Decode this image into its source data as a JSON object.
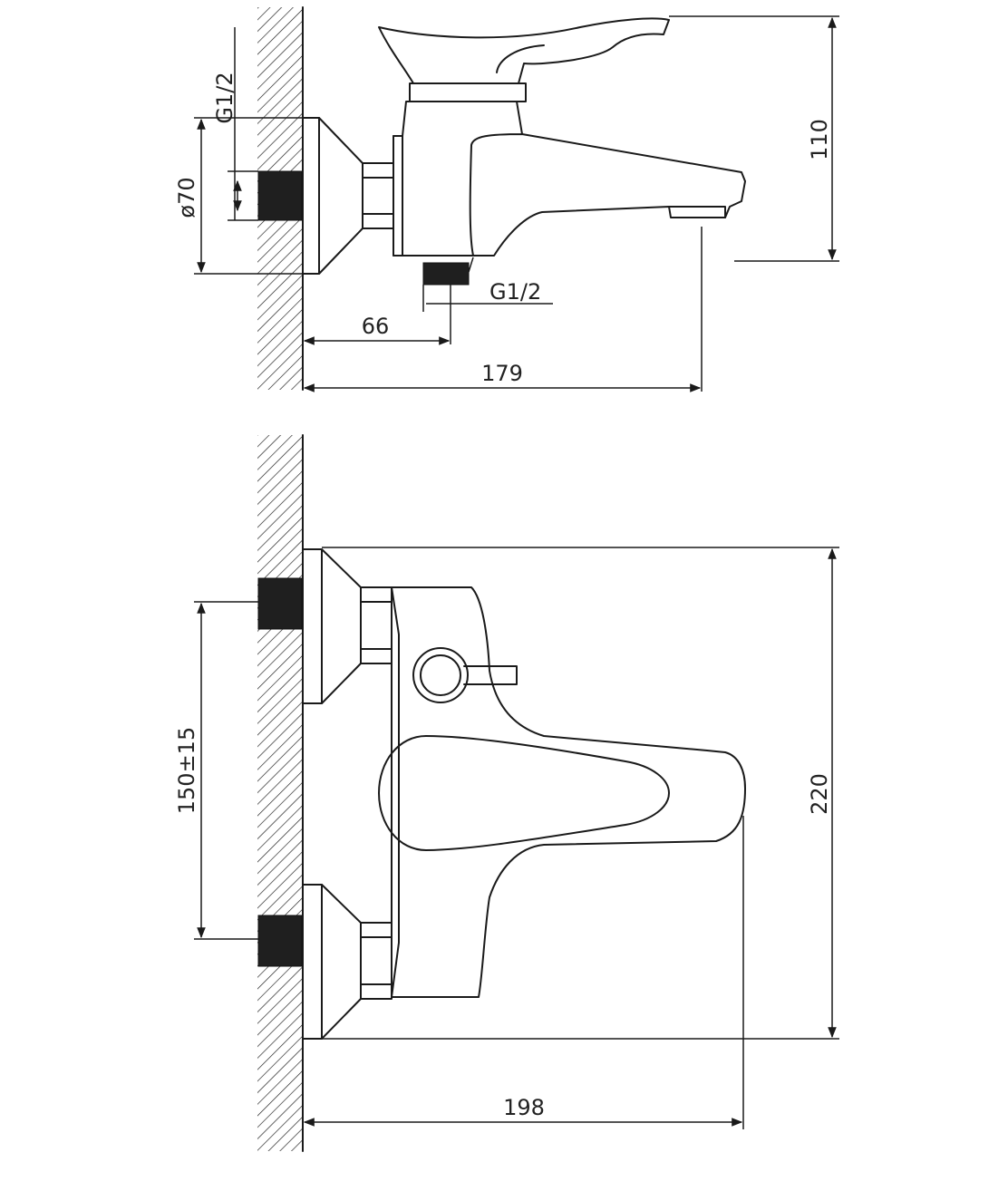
{
  "top_view": {
    "thread_left": "G1/2",
    "diameter": "ø70",
    "height": "110",
    "thread_bottom": "G1/2",
    "offset_66": "66",
    "length_179": "179"
  },
  "front_view": {
    "spacing": "150±15",
    "height": "220",
    "length_198": "198"
  },
  "colors": {
    "ink": "#1a1a1a",
    "thread_fill": "#1f1f1f",
    "background": "#ffffff"
  }
}
